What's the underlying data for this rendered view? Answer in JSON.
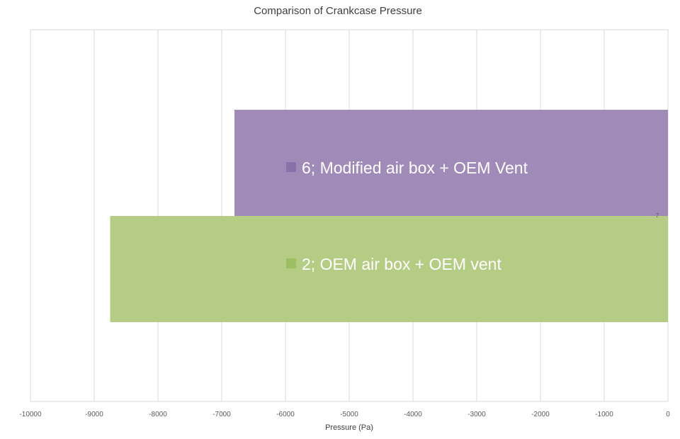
{
  "chart_data": {
    "type": "bar",
    "orientation": "horizontal",
    "title": "Comparison of Crankcase Pressure",
    "xlabel": "Pressure (Pa)",
    "ylabel": "",
    "xlim": [
      -10000,
      0
    ],
    "x_ticks": [
      -10000,
      -9000,
      -8000,
      -7000,
      -6000,
      -5000,
      -4000,
      -3000,
      -2000,
      -1000,
      0
    ],
    "grid": true,
    "bars": [
      {
        "label": "6; Modified air box + OEM Vent",
        "value": -6800,
        "color": "#a08ab8"
      },
      {
        "label": "2; OEM air box + OEM vent",
        "value": -8750,
        "color": "#b4cc84"
      }
    ],
    "annotation": "7"
  }
}
